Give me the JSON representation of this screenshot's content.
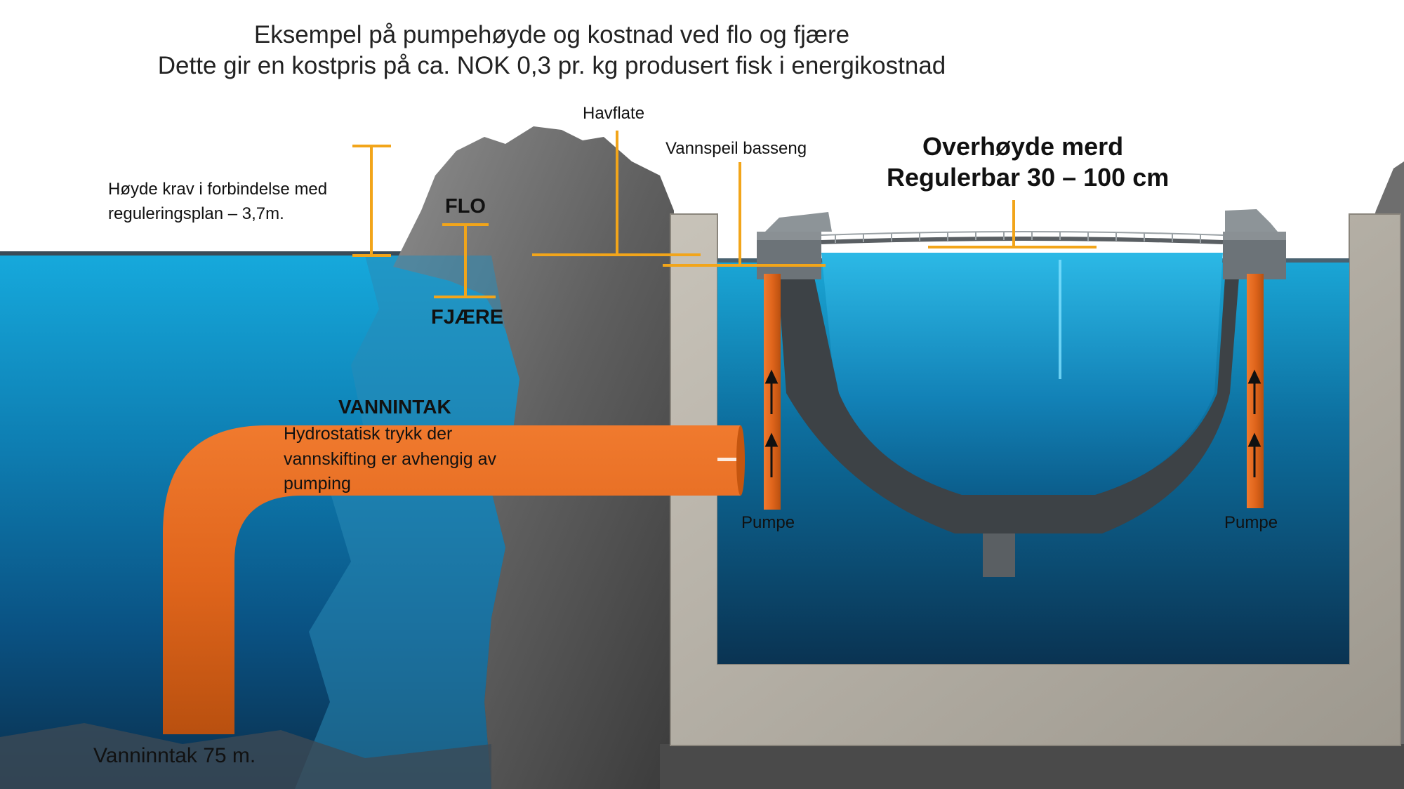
{
  "title": {
    "line1": "Eksempel på pumpehøyde og kostnad ved flo og fjære",
    "line2": "Dette gir en kostpris på ca. NOK 0,3 pr. kg produsert fisk i energikostnad"
  },
  "labels": {
    "havflate": "Havflate",
    "vannspeil": "Vannspeil basseng",
    "overhoyde_line1": "Overhøyde merd",
    "overhoyde_line2": "Regulerbar 30 – 100 cm",
    "hoyde_krav_line1": "Høyde krav i forbindelse med",
    "hoyde_krav_line2": "reguleringsplan – 3,7m.",
    "flo": "FLO",
    "fjaere": "FJÆRE",
    "vanninntak_heading": "VANNINTAK",
    "hydro_line1": "Hydrostatisk trykk der",
    "hydro_line2": "vannskifting er avhengig av",
    "hydro_line3": "pumping",
    "pumpe_left": "Pumpe",
    "pumpe_right": "Pumpe",
    "vanninntak_depth": "Vanninntak 75 m."
  },
  "colors": {
    "sea": "#0f8fc4",
    "deep_sea": "#0a3a5c",
    "pipe": "#e0651c",
    "marker": "#f2a51a",
    "concrete": "#b7b2a8",
    "rock": "#6c6c6c",
    "cage": "#3d4246"
  }
}
